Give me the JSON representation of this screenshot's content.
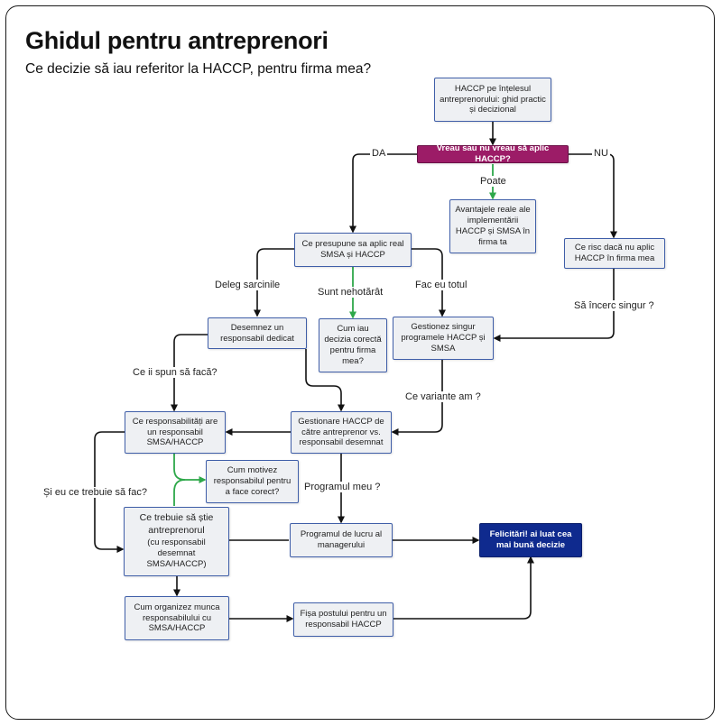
{
  "header": {
    "title": "Ghidul pentru antreprenori",
    "subtitle": "Ce decizie să iau referitor la HACCP, pentru firma mea?"
  },
  "colors": {
    "node_fill": "#eef0f3",
    "node_border": "#3f5ea8",
    "decision_fill": "#9c1c67",
    "final_fill": "#0f2a8e",
    "arrow": "#111111",
    "arrow_green": "#2ea84a"
  },
  "nodes": {
    "start": "HACCP pe înțelesul antreprenorului: ghid practic și decizional",
    "decision": "Vreau sau nu vreau să aplic HACCP?",
    "advantages": "Avantajele reale ale implementării HACCP și SMSA în firma ta",
    "risk": "Ce risc dacă nu aplic HACCP în firma mea",
    "presupune": "Ce presupune sa aplic real SMSA și HACCP",
    "desemnez": "Desemnez un responsabil dedicat",
    "cum_iau": "Cum iau decizia corectă pentru firma mea?",
    "gestionez_singur": "Gestionez singur programele HACCP și SMSA",
    "responsabilitati": "Ce responsabilități are un responsabil SMSA/HACCP",
    "gestionare": "Gestionare HACCP de către antreprenor vs. responsabil desemnat",
    "motivez": "Cum motivez responsabilul pentru a face corect?",
    "trebuie_stie_title": "Ce trebuie să știe antreprenorul",
    "trebuie_stie_sub": "(cu responsabil desemnat SMSA/HACCP)",
    "programul_lucru": "Programul de lucru al managerului",
    "felicitari": "Felicitări! ai luat cea mai bună decizie",
    "organizez": "Cum organizez munca responsabilului cu SMSA/HACCP",
    "fisa": "Fișa postului pentru un responsabil HACCP"
  },
  "edge_labels": {
    "da": "DA",
    "nu": "NU",
    "poate": "Poate",
    "deleg": "Deleg sarcinile",
    "nehotarat": "Sunt nehotărât",
    "fac_eu": "Fac eu totul",
    "incerc_singur": "Să încerc singur ?",
    "ce_ii_spun": "Ce ii spun să facă?",
    "variante": "Ce variante am ?",
    "si_eu": "Și eu ce trebuie să fac?",
    "programul_meu": "Programul meu ?"
  }
}
